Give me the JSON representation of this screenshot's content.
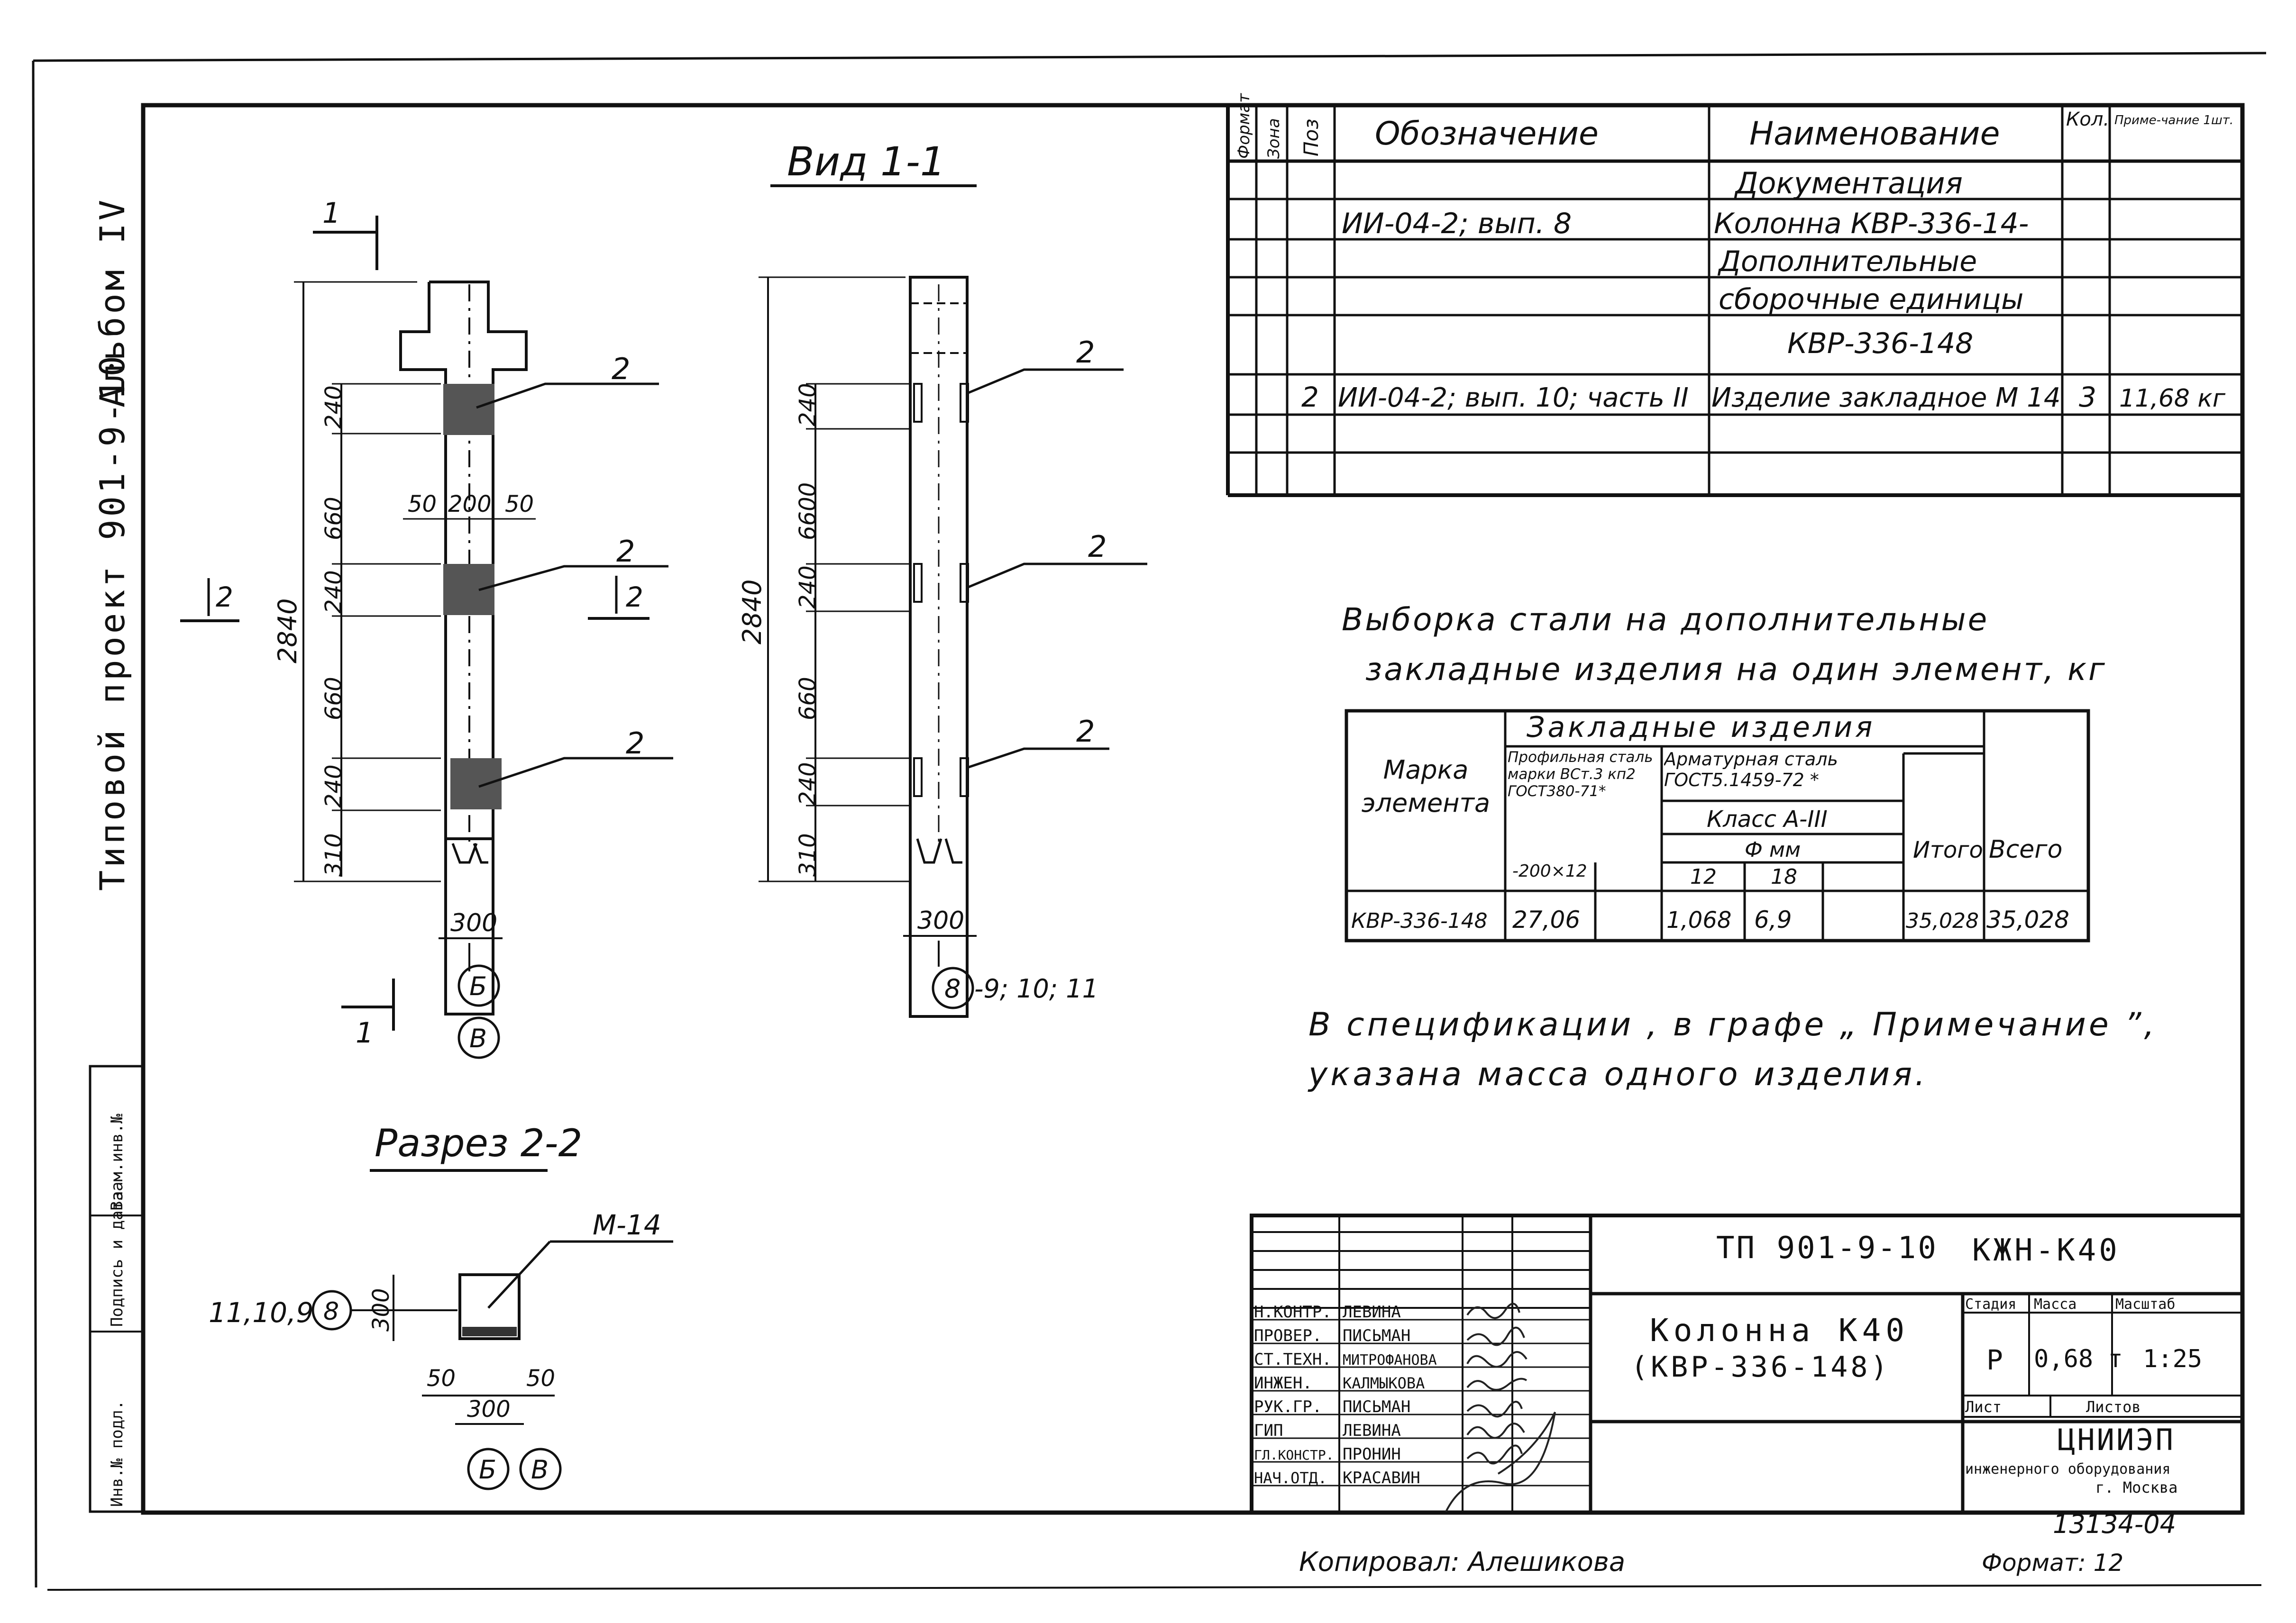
{
  "album": {
    "series_label": "Типовой проект 901-9-10",
    "album_label": "Альбом IV"
  },
  "side_stamp": {
    "col1": "Инв.№ подл.",
    "col2": "Подпись и дата",
    "col3": "Взам.инв.№"
  },
  "view": {
    "title": "Вид 1-1",
    "section_mark": "1",
    "left_dims": [
      "240",
      "660",
      "240",
      "660",
      "240",
      "310"
    ],
    "left_total": "2840",
    "right_dims": [
      "240",
      "6600",
      "240",
      "660",
      "240",
      "310"
    ],
    "right_total": "2840",
    "width_marks": [
      "50",
      "200",
      "50"
    ],
    "base_width": "300",
    "item_label": "2",
    "cut_mark": "2",
    "axes_left": [
      "Б",
      "В"
    ],
    "axis_right": "8",
    "axis_right_text": "-9; 10; 11"
  },
  "section": {
    "title": "Разрез 2-2",
    "axis_labels": "11,10,9",
    "axis": "8",
    "part": "М-14",
    "height": "300",
    "left_offset": "50",
    "right_offset": "50",
    "width": "300",
    "axes": [
      "Б",
      "В"
    ]
  },
  "spec": {
    "headers": {
      "format": "Формат",
      "zone": "Зона",
      "pos": "Поз",
      "designation": "Обозначение",
      "name": "Наименование",
      "qty": "Кол.",
      "note": "Приме-чание 1шт."
    },
    "rows": [
      {
        "pos": "",
        "designation": "",
        "name": "Документация",
        "qty": "",
        "note": ""
      },
      {
        "pos": "",
        "designation": "ИИ-04-2; вып. 8",
        "name": "Колонна КВР-336-14-",
        "qty": "",
        "note": ""
      },
      {
        "pos": "",
        "designation": "",
        "name": "Дополнительные",
        "qty": "",
        "note": ""
      },
      {
        "pos": "",
        "designation": "",
        "name": "сборочные единицы",
        "qty": "",
        "note": ""
      },
      {
        "pos": "",
        "designation": "",
        "name": "КВР-336-148",
        "qty": "",
        "note": ""
      },
      {
        "pos": "2",
        "designation": "ИИ-04-2; вып. 10; часть II",
        "name": "Изделие закладное М 14",
        "qty": "3",
        "note": "11,68 кг"
      },
      {
        "pos": "",
        "designation": "",
        "name": "",
        "qty": "",
        "note": ""
      },
      {
        "pos": "",
        "designation": "",
        "name": "",
        "qty": "",
        "note": ""
      }
    ]
  },
  "steel": {
    "heading_line1": "Выборка стали на   дополнительные",
    "heading_line2": "закладные   изделия на один элемент, кг",
    "h_embedded": "Закладные изделия",
    "h_mark": "Марка элемента",
    "h_profile": "Профильная сталь марки ВСт.3 кп2 ГОСТ380-71*",
    "h_rebar": "Арматурная сталь ГОСТ5.1459-72 *",
    "h_class": "Класс А-III",
    "h_diam": "Ф мм",
    "h_size": "-200×12",
    "h_d12": "12",
    "h_d18": "18",
    "h_total": "Итого",
    "h_grand": "Всего",
    "row": {
      "mark": "КВР-336-148",
      "profile": "27,06",
      "empty1": "",
      "d12": "1,068",
      "d18": "6,9",
      "empty2": "",
      "total": "35,028",
      "grand": "35,028"
    }
  },
  "note": {
    "line1": "В спецификации , в   графе „ Примечание ”,",
    "line2": "указана масса   одного   изделия."
  },
  "title_block": {
    "project_code": "ТП 901-9-10",
    "sheet_code": "КЖН-К40",
    "object_line1": "Колонна  К40",
    "object_line2": "(КВР-336-148)",
    "stage_label": "Стадия",
    "mass_label": "Масса",
    "scale_label": "Масштаб",
    "stage": "Р",
    "mass": "0,68 т",
    "scale": "1:25",
    "sheet_label": "Лист",
    "sheets_label": "Листов",
    "org_line1": "ЦНИИЭП",
    "org_line2": "инженерного оборудования",
    "org_line3": "г. Москва",
    "staff": [
      {
        "role": "Н.КОНТР.",
        "name": "ЛЕВИНА"
      },
      {
        "role": "ПРОВЕР.",
        "name": "ПИСЬМАН"
      },
      {
        "role": "СТ.ТЕХН.",
        "name": "МИТРОФАНОВА"
      },
      {
        "role": "ИНЖЕН.",
        "name": "КАЛМЫКОВА"
      },
      {
        "role": "РУК.ГР.",
        "name": "ПИСЬМАН"
      },
      {
        "role": "ГИП",
        "name": "ЛЕВИНА"
      },
      {
        "role": "ГЛ.КОНСТР.",
        "name": "ПРОНИН"
      },
      {
        "role": "НАЧ.ОТД.",
        "name": "КРАСАВИН"
      }
    ],
    "signatures": [
      "Левина",
      "Письман",
      "Митрофанова",
      "Калмыкова",
      "Письман",
      "Левина",
      "Пронин",
      "Красавин"
    ]
  },
  "footer": {
    "copied_by": "Копировал: Алешикова",
    "archive_no": "13134-04",
    "format": "Формат: 12"
  }
}
